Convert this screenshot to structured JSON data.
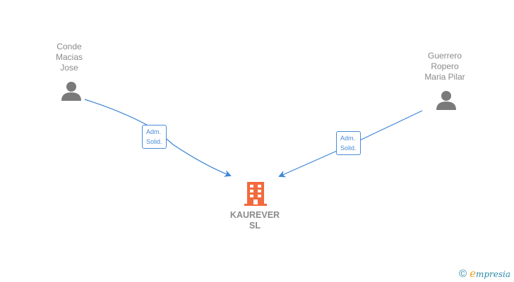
{
  "nodes": {
    "person_left": {
      "name_lines": [
        "Conde",
        "Macias",
        "Jose"
      ]
    },
    "person_right": {
      "name_lines": [
        "Guerrero",
        "Ropero",
        "Maria Pilar"
      ]
    },
    "company": {
      "name_lines": [
        "KAUREVER",
        "SL"
      ],
      "icon": "building-icon",
      "color": "#f26a3d"
    }
  },
  "edges": [
    {
      "from": "person_left",
      "to": "company",
      "label_lines": [
        "Adm.",
        "Solid."
      ]
    },
    {
      "from": "person_right",
      "to": "company",
      "label_lines": [
        "Adm.",
        "Solid."
      ]
    }
  ],
  "colors": {
    "edge": "#3d85d6",
    "person_icon": "#7a7a7a",
    "text": "#8a8a8a"
  },
  "footer": {
    "copyright_symbol": "©",
    "brand_initial": "e",
    "brand_rest": "mpresia"
  }
}
